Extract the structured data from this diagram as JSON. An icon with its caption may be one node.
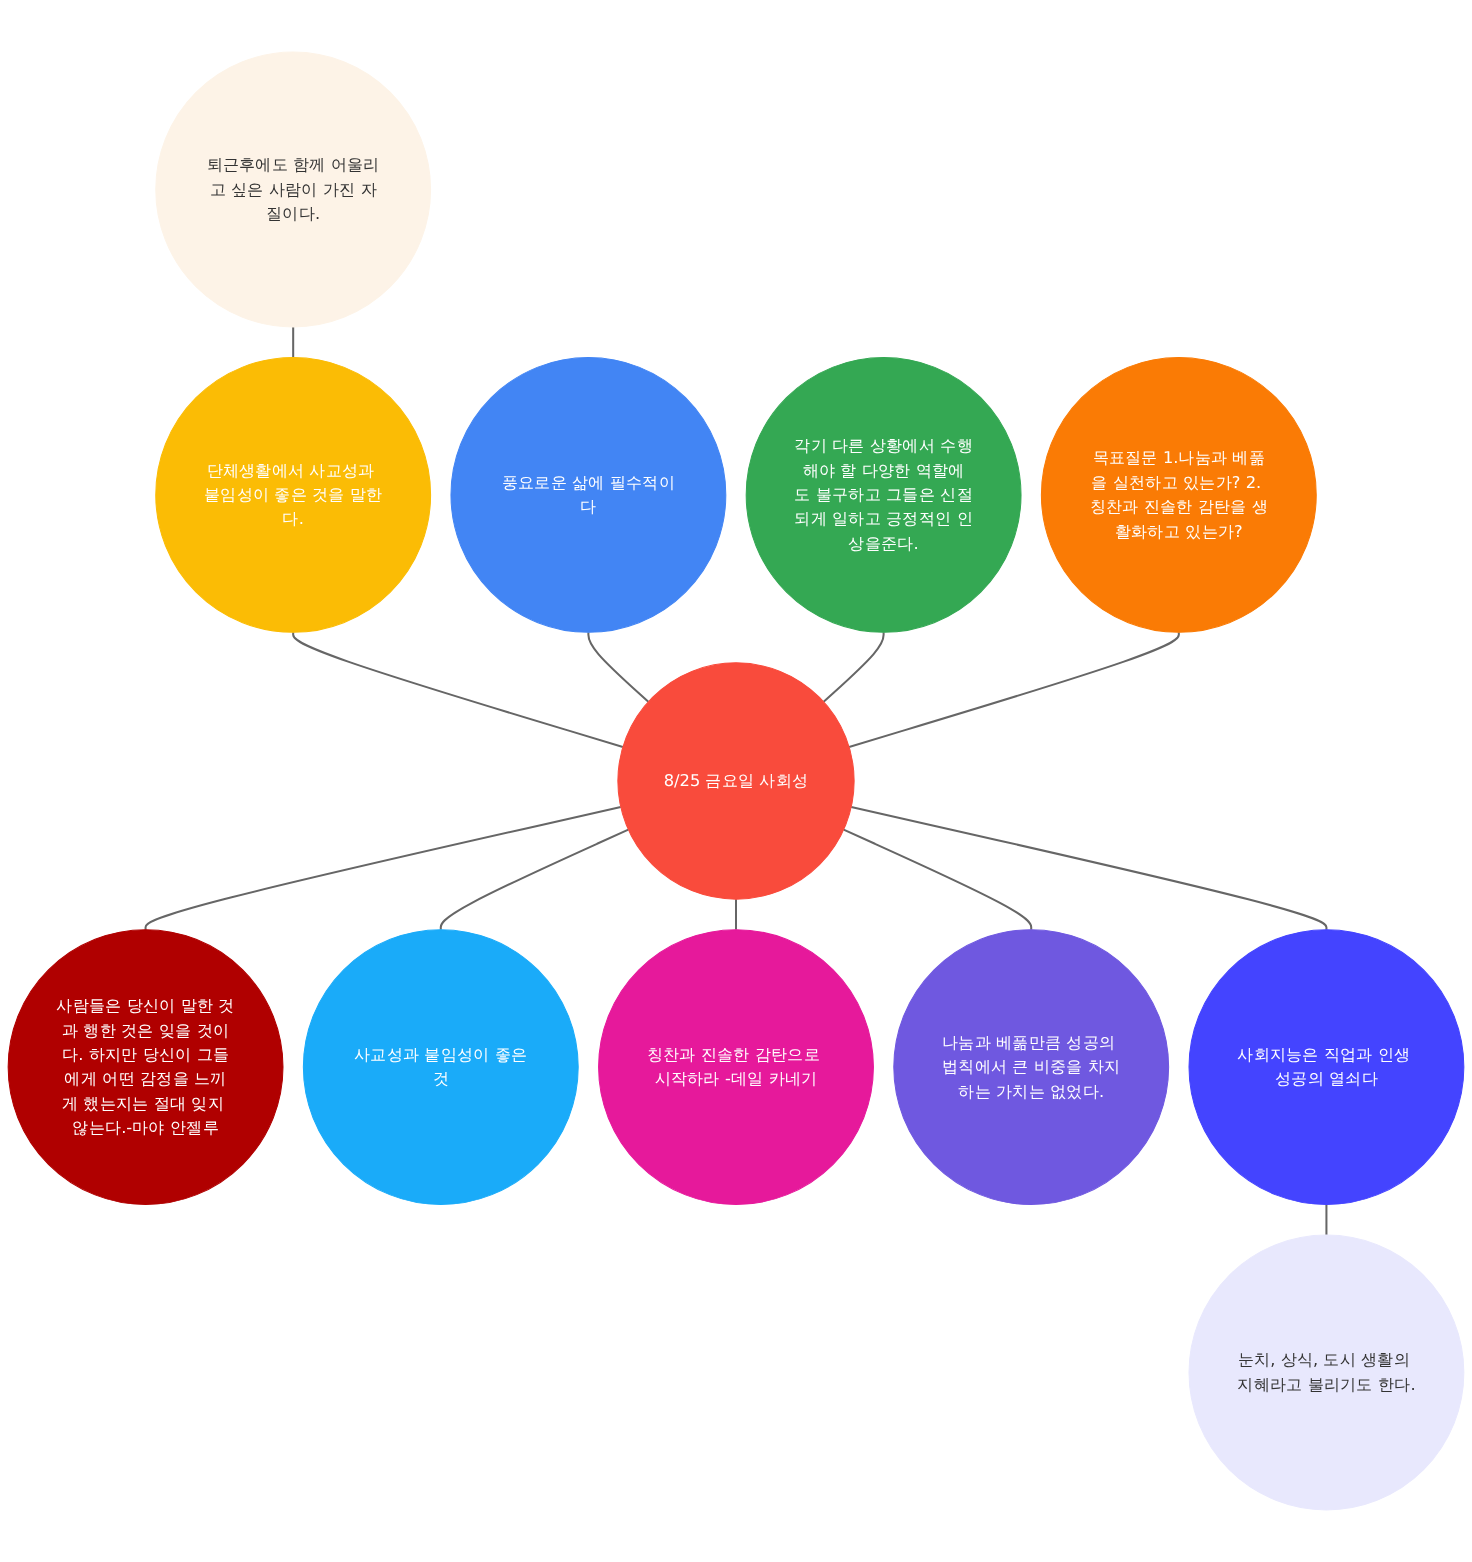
{
  "diagram": {
    "nodes": [
      {
        "text": [
          "퇴근후에도 함께 어울리고 싶은 사람이 가진 자질이다."
        ]
      },
      {
        "text": [
          "단체생활에서 사교성과 붙임성이 좋은 것을 말한다."
        ]
      },
      {
        "text": [
          "풍요로운 삶에 필수적이다"
        ]
      },
      {
        "text": [
          "각기 다른 상황에서 수행해야 할 다양한 역할에도 불구하고 그들은 신절되게 일하고 긍정적인 인상을준다."
        ]
      },
      {
        "text": [
          "목표질문 1.나눔과 베풂을 실천하고 있는가? 2. 칭찬과 진솔한 감탄을 생활화하고 있는가?"
        ]
      },
      {
        "text": [
          "8/25 금요일 사회성"
        ]
      },
      {
        "text": [
          "사람들은 당신이 말한 것과 행한 것은 잊을 것이다. 하지만 당신이 그들에게 어떤 감정을 느끼게 했는지는 절대 잊지 않는다.-마야 안젤루"
        ]
      },
      {
        "text": [
          "사교성과 붙임성이 좋은것"
        ]
      },
      {
        "text": [
          "칭찬과 진솔한 감탄으로 시작하라 -데일 카네기"
        ]
      },
      {
        "text": [
          "나눔과 베풂만큼 성공의 법칙에서 큰 비중을 차지하는 가치는 없었다."
        ]
      },
      {
        "text": [
          "사회지능은 직업과 인생 성공의 열쇠다"
        ]
      },
      {
        "text": [
          "눈치, 상식, 도시 생활의 지혜라고 불리기도 한다."
        ]
      }
    ],
    "edges": [
      {
        "from": 0,
        "to": 1,
        "arrow": "none"
      },
      {
        "from": 1,
        "to": 5,
        "arrow": "none"
      },
      {
        "from": 2,
        "to": 5,
        "arrow": "none"
      },
      {
        "from": 3,
        "to": 5,
        "arrow": "none"
      },
      {
        "from": 4,
        "to": 5,
        "arrow": "none"
      },
      {
        "from": 5,
        "to": 6,
        "arrow": "none"
      },
      {
        "from": 5,
        "to": 7,
        "arrow": "none"
      },
      {
        "from": 5,
        "to": 8,
        "arrow": "none"
      },
      {
        "from": 5,
        "to": 9,
        "arrow": "none"
      },
      {
        "from": 5,
        "to": 10,
        "arrow": "none"
      },
      {
        "from": 10,
        "to": 11,
        "arrow": "none"
      }
    ]
  }
}
